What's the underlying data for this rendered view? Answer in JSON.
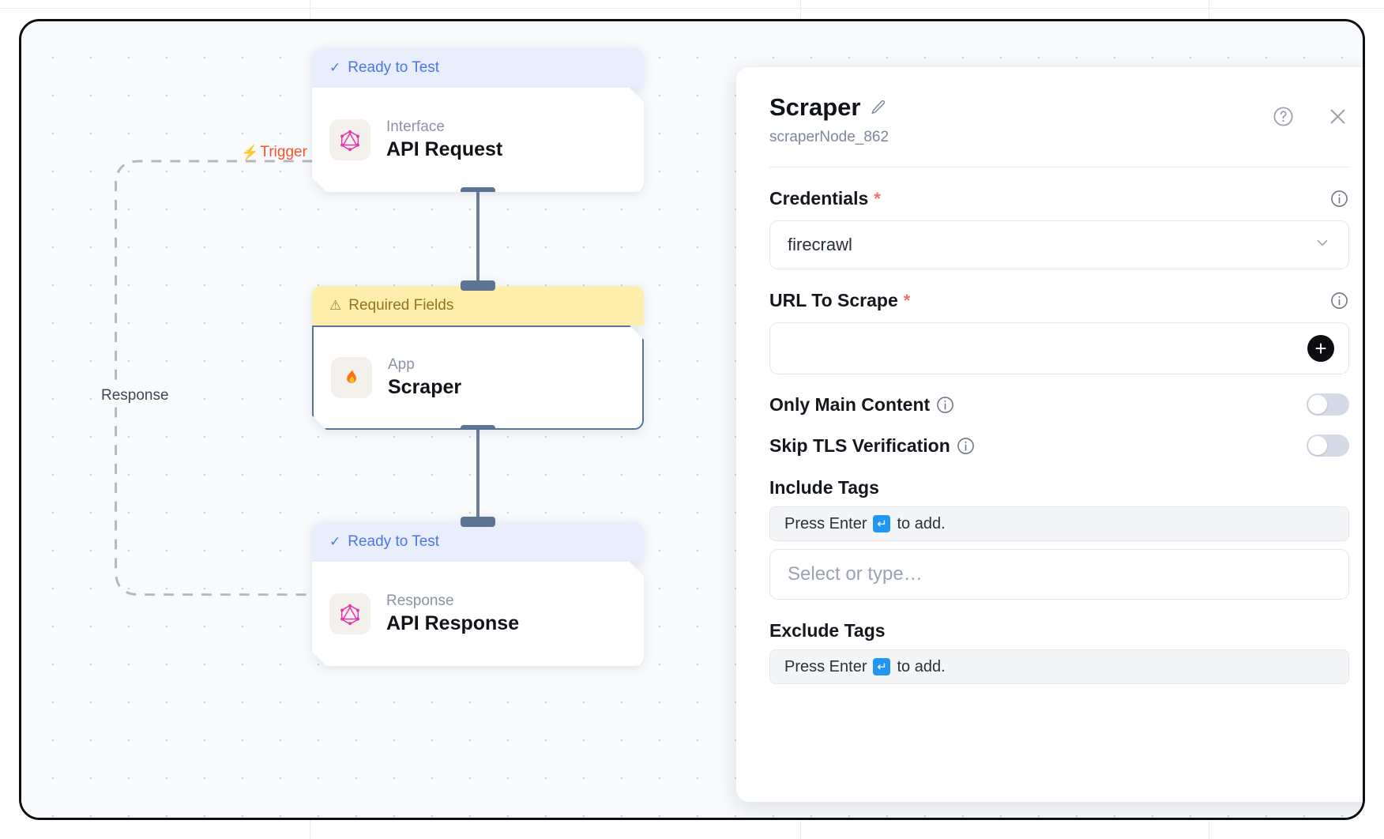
{
  "canvas": {
    "edges": [
      {
        "name": "trigger",
        "label": "Trigger",
        "icon": "lightning-bolt-icon",
        "color": "#f4542b"
      },
      {
        "name": "response",
        "label": "Response",
        "color": "#3f4754"
      }
    ],
    "nodes": [
      {
        "id": "api-request",
        "status": "Ready to Test",
        "status_type": "ready",
        "status_icon": "check-icon",
        "kind": "Interface",
        "title": "API Request",
        "icon": "graphql-icon",
        "selected": false
      },
      {
        "id": "scraper",
        "status": "Required Fields",
        "status_type": "required",
        "status_icon": "warning-triangle-icon",
        "kind": "App",
        "title": "Scraper",
        "icon": "flame-icon",
        "selected": true
      },
      {
        "id": "api-response",
        "status": "Ready to Test",
        "status_type": "ready",
        "status_icon": "check-icon",
        "kind": "Response",
        "title": "API Response",
        "icon": "graphql-icon",
        "selected": false
      }
    ]
  },
  "panel": {
    "title": "Scraper",
    "subtitle": "scraperNode_862",
    "edit_icon": "pencil-icon",
    "help_icon": "help-circle-icon",
    "close_icon": "close-icon",
    "fields": {
      "credentials": {
        "label": "Credentials",
        "required_marker": "*",
        "value": "firecrawl",
        "info_icon": "info-icon",
        "chevron_icon": "chevron-down-icon"
      },
      "url_to_scrape": {
        "label": "URL To Scrape",
        "required_marker": "*",
        "value": "",
        "info_icon": "info-icon",
        "add_icon": "plus-icon"
      },
      "only_main_content": {
        "label": "Only Main Content",
        "info_icon": "info-icon",
        "state": "off"
      },
      "skip_tls_verification": {
        "label": "Skip TLS Verification",
        "info_icon": "info-icon",
        "state": "off"
      },
      "include_tags": {
        "label": "Include Tags",
        "hint_prefix": "Press Enter",
        "hint_key": "↵",
        "hint_suffix": "to add.",
        "placeholder": "Select or type…",
        "value": ""
      },
      "exclude_tags": {
        "label": "Exclude Tags",
        "hint_prefix": "Press Enter",
        "hint_key": "↵",
        "hint_suffix": "to add."
      }
    }
  },
  "colors": {
    "accent_blue": "#4b76e8",
    "warning_yellow": "#fdeeac",
    "trigger_orange": "#f4542b",
    "required_red": "#f4706b",
    "enter_key_blue": "#2196f3"
  }
}
